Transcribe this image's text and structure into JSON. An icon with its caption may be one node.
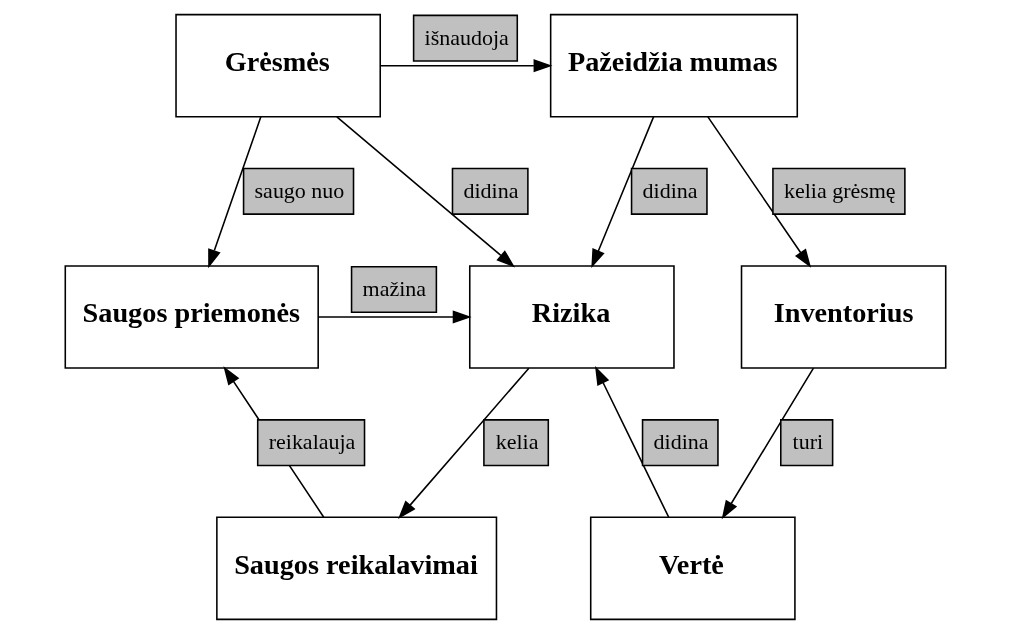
{
  "diagram": {
    "nodes": [
      {
        "text": [
          "Grėsmės"
        ]
      },
      {
        "text": [
          "Pažeidžia mumas"
        ]
      },
      {
        "text": [
          "Saugos priemonės"
        ]
      },
      {
        "text": [
          "Rizika"
        ]
      },
      {
        "text": [
          "Inventorius"
        ]
      },
      {
        "text": [
          "Saugos reikalavimai"
        ]
      },
      {
        "text": [
          "Vertė"
        ]
      }
    ],
    "edges": [
      {
        "from": 0,
        "to": 1,
        "arrow": "to",
        "label": "išnaudoja"
      },
      {
        "from": 0,
        "to": 2,
        "arrow": "to",
        "label": "saugo nuo"
      },
      {
        "from": 0,
        "to": 3,
        "arrow": "to",
        "label": "didina"
      },
      {
        "from": 1,
        "to": 3,
        "arrow": "to",
        "label": "didina"
      },
      {
        "from": 1,
        "to": 4,
        "arrow": "to",
        "label": "kelia grėsmę"
      },
      {
        "from": 2,
        "to": 3,
        "arrow": "to",
        "label": "mažina"
      },
      {
        "from": 5,
        "to": 2,
        "arrow": "to",
        "label": "reikalauja"
      },
      {
        "from": 3,
        "to": 5,
        "arrow": "to",
        "label": "kelia"
      },
      {
        "from": 6,
        "to": 3,
        "arrow": "to",
        "label": "didina"
      },
      {
        "from": 4,
        "to": 6,
        "arrow": "to",
        "label": "turi"
      }
    ]
  }
}
